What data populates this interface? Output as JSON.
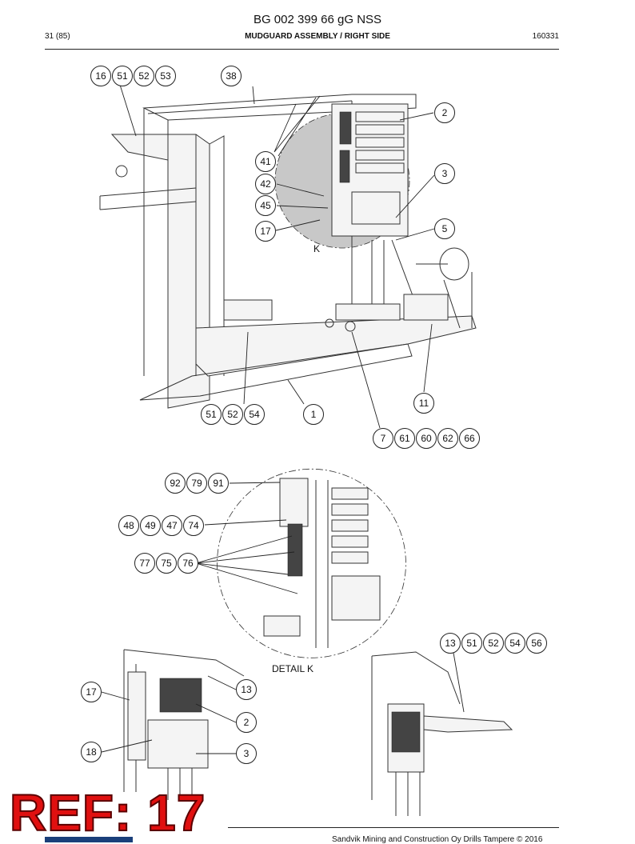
{
  "header": {
    "doc_title": "BG 002 399 66 gG NSS",
    "page": "31 (85)",
    "section_title": "MUDGUARD ASSEMBLY / RIGHT SIDE",
    "date_code": "160331"
  },
  "labels": {
    "view_k": "K",
    "detail_k": "DETAIL K"
  },
  "balloons": {
    "b16": "16",
    "b51a": "51",
    "b52a": "52",
    "b53": "53",
    "b38": "38",
    "b2a": "2",
    "b41": "41",
    "b42": "42",
    "b45": "45",
    "b3a": "3",
    "b17a": "17",
    "b5": "5",
    "b11": "11",
    "b51b": "51",
    "b52b": "52",
    "b54a": "54",
    "b1": "1",
    "b7": "7",
    "b61": "61",
    "b60": "60",
    "b62": "62",
    "b66": "66",
    "b92": "92",
    "b79": "79",
    "b91": "91",
    "b48": "48",
    "b49": "49",
    "b47": "47",
    "b74": "74",
    "b77": "77",
    "b75": "75",
    "b76": "76",
    "b13a": "13",
    "b51c": "51",
    "b52c": "52",
    "b54b": "54",
    "b56": "56",
    "b17b": "17",
    "b13b": "13",
    "b2b": "2",
    "b18": "18",
    "b3b": "3"
  },
  "stamp": {
    "text": "REF: 17",
    "color": "#e01010"
  },
  "footer": {
    "text": "Sandvik Mining and Construction Oy Drills Tampere © 2016"
  }
}
